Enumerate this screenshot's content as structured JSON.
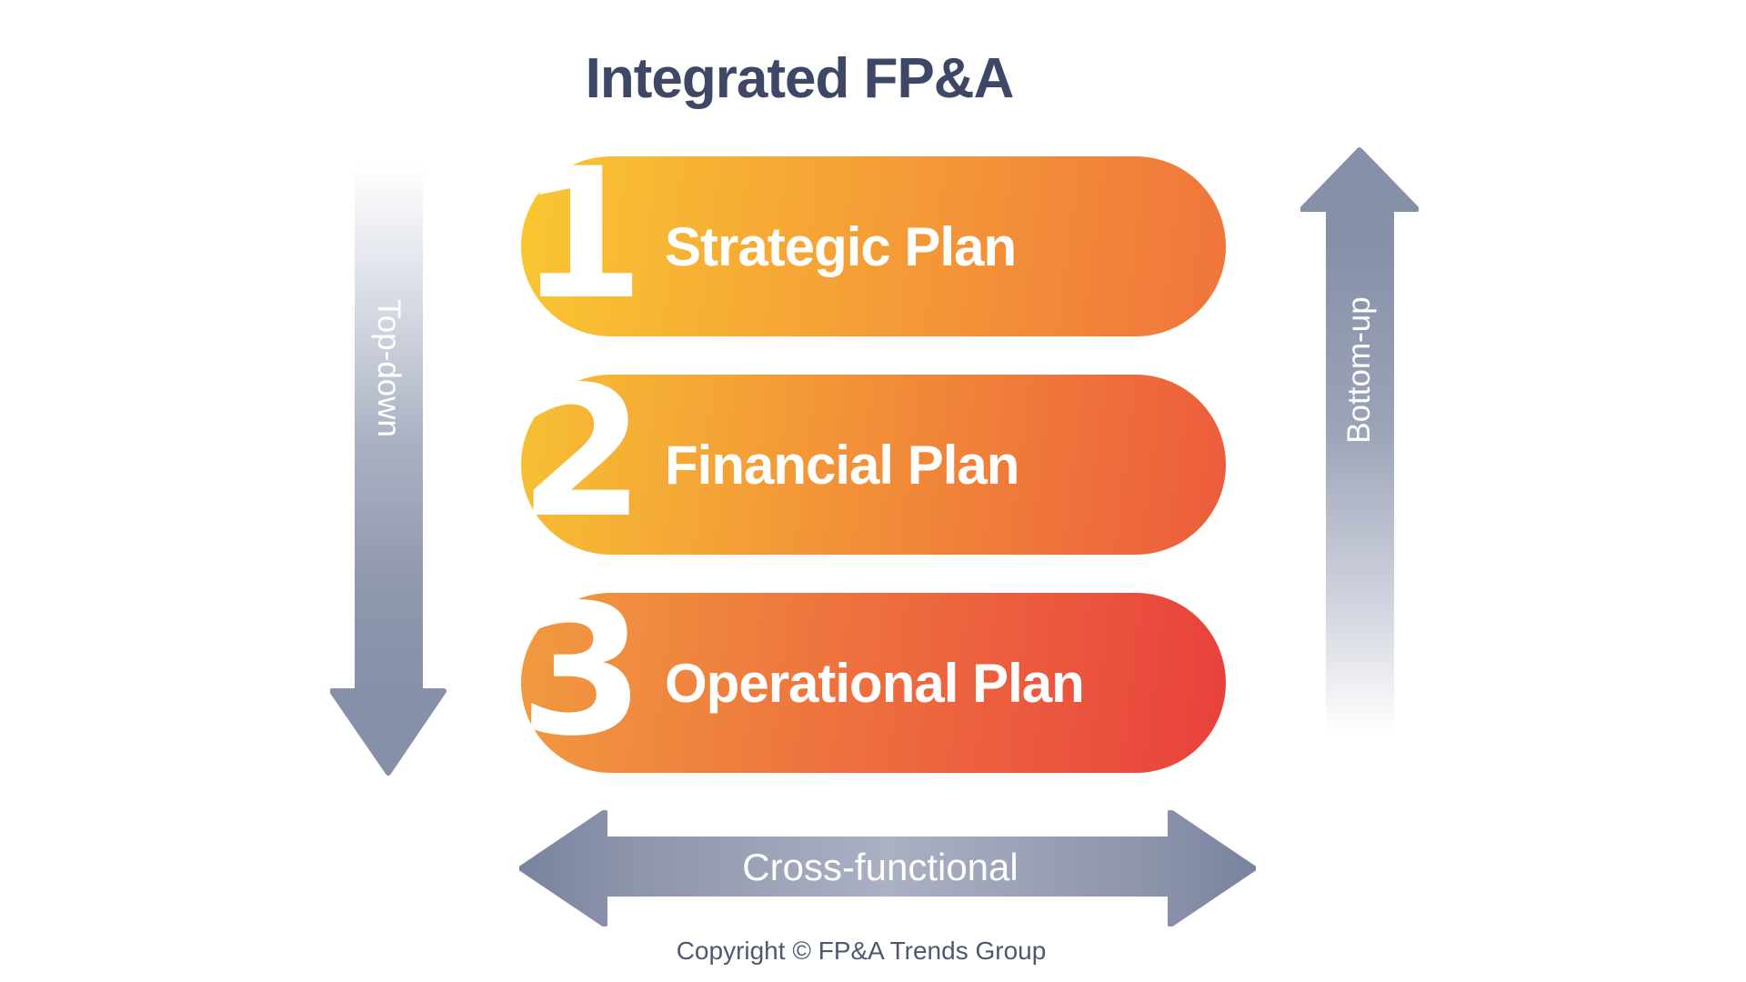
{
  "title": "Integrated FP&A",
  "pills": [
    {
      "number": "1",
      "label": "Strategic Plan",
      "gradient": {
        "from": "#F9C731",
        "to": "#F0743C"
      }
    },
    {
      "number": "2",
      "label": "Financial Plan",
      "gradient": {
        "from": "#F7C033",
        "to": "#EC5B3D"
      }
    },
    {
      "number": "3",
      "label": "Operational Plan",
      "gradient": {
        "from": "#F19B3F",
        "to": "#E9403D"
      }
    }
  ],
  "arrows": {
    "left": {
      "label": "Top-down",
      "direction": "down"
    },
    "right": {
      "label": "Bottom-up",
      "direction": "up"
    },
    "bottom": {
      "label": "Cross-functional",
      "direction": "both"
    }
  },
  "footer": {
    "copyright": "Copyright © FP&A Trends Group"
  },
  "colors": {
    "title_text": "#3E4766",
    "pill_text": "#FFFFFF",
    "arrow_solid": "#8690A9",
    "arrow_mid": "#ABB0C3",
    "arrow_end_dark": "#79829E",
    "arrow_fade": "#FFFFFF",
    "footer_text": "#4E5970",
    "background": "#FFFFFF"
  }
}
